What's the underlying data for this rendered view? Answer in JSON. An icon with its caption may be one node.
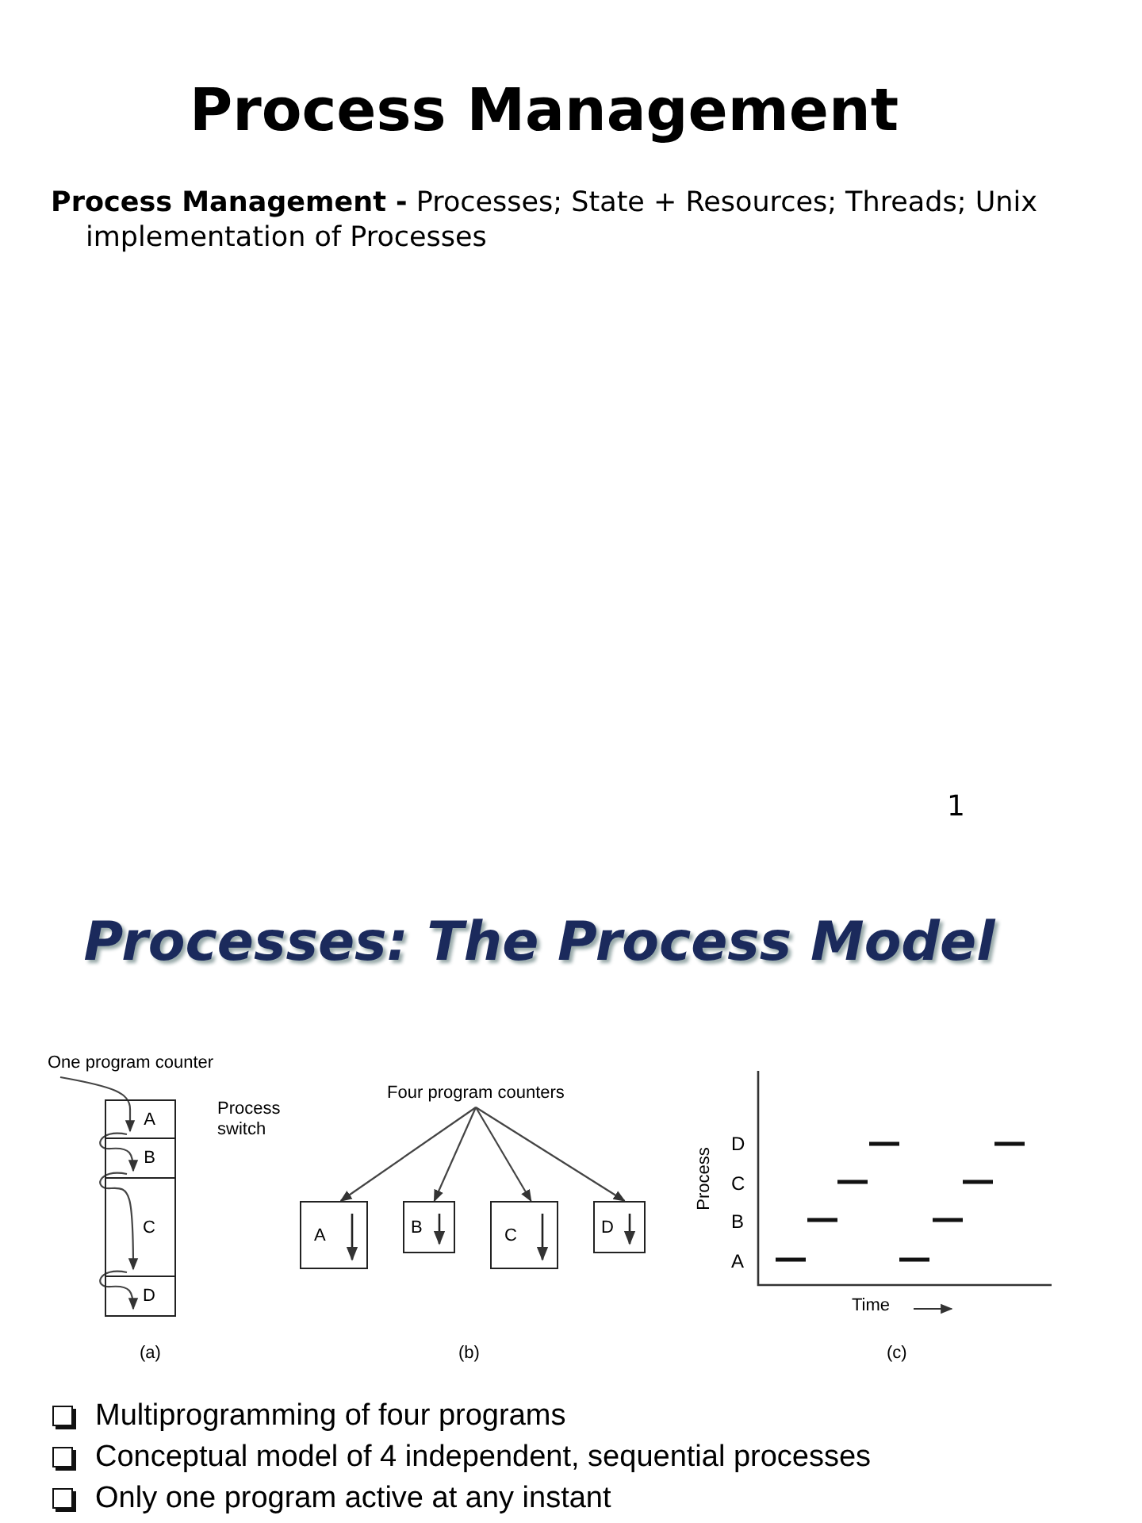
{
  "diagram": {
    "title": "Process Management",
    "nodes": [
      {
        "text": [
          "One program counter"
        ]
      },
      {
        "text": [
          "A"
        ]
      },
      {
        "text": [
          "B"
        ]
      },
      {
        "text": [
          "C"
        ]
      },
      {
        "text": [
          "D"
        ]
      },
      {
        "text": [
          "Four program counters"
        ]
      },
      {
        "text": [
          "A"
        ]
      },
      {
        "text": [
          "B"
        ]
      },
      {
        "text": [
          "C"
        ]
      },
      {
        "text": [
          "D"
        ]
      }
    ],
    "edges": [
      {
        "from": 0,
        "to": 1,
        "arrow": "to"
      },
      {
        "from": 1,
        "to": 2,
        "arrow": "to"
      },
      {
        "from": 2,
        "to": 3,
        "arrow": "to"
      },
      {
        "from": 3,
        "to": 4,
        "arrow": "to"
      },
      {
        "from": 5,
        "to": 6,
        "arrow": "to"
      },
      {
        "from": 5,
        "to": 7,
        "arrow": "to"
      },
      {
        "from": 5,
        "to": 8,
        "arrow": "to"
      },
      {
        "from": 5,
        "to": 9,
        "arrow": "to"
      }
    ],
    "labels": [
      "**Process Management -** Processes; State + Resources; Threads; Unix implementation of Processes",
      "1",
      "Processes: The Process Model",
      "Process switch",
      "(a)",
      "(b)",
      "Process",
      "D",
      "C",
      "B",
      "A",
      "Time",
      "(c)",
      "Multiprogramming of four programs",
      "Conceptual model of 4 independent, sequential processes",
      "Only one program active at any instant"
    ]
  }
}
